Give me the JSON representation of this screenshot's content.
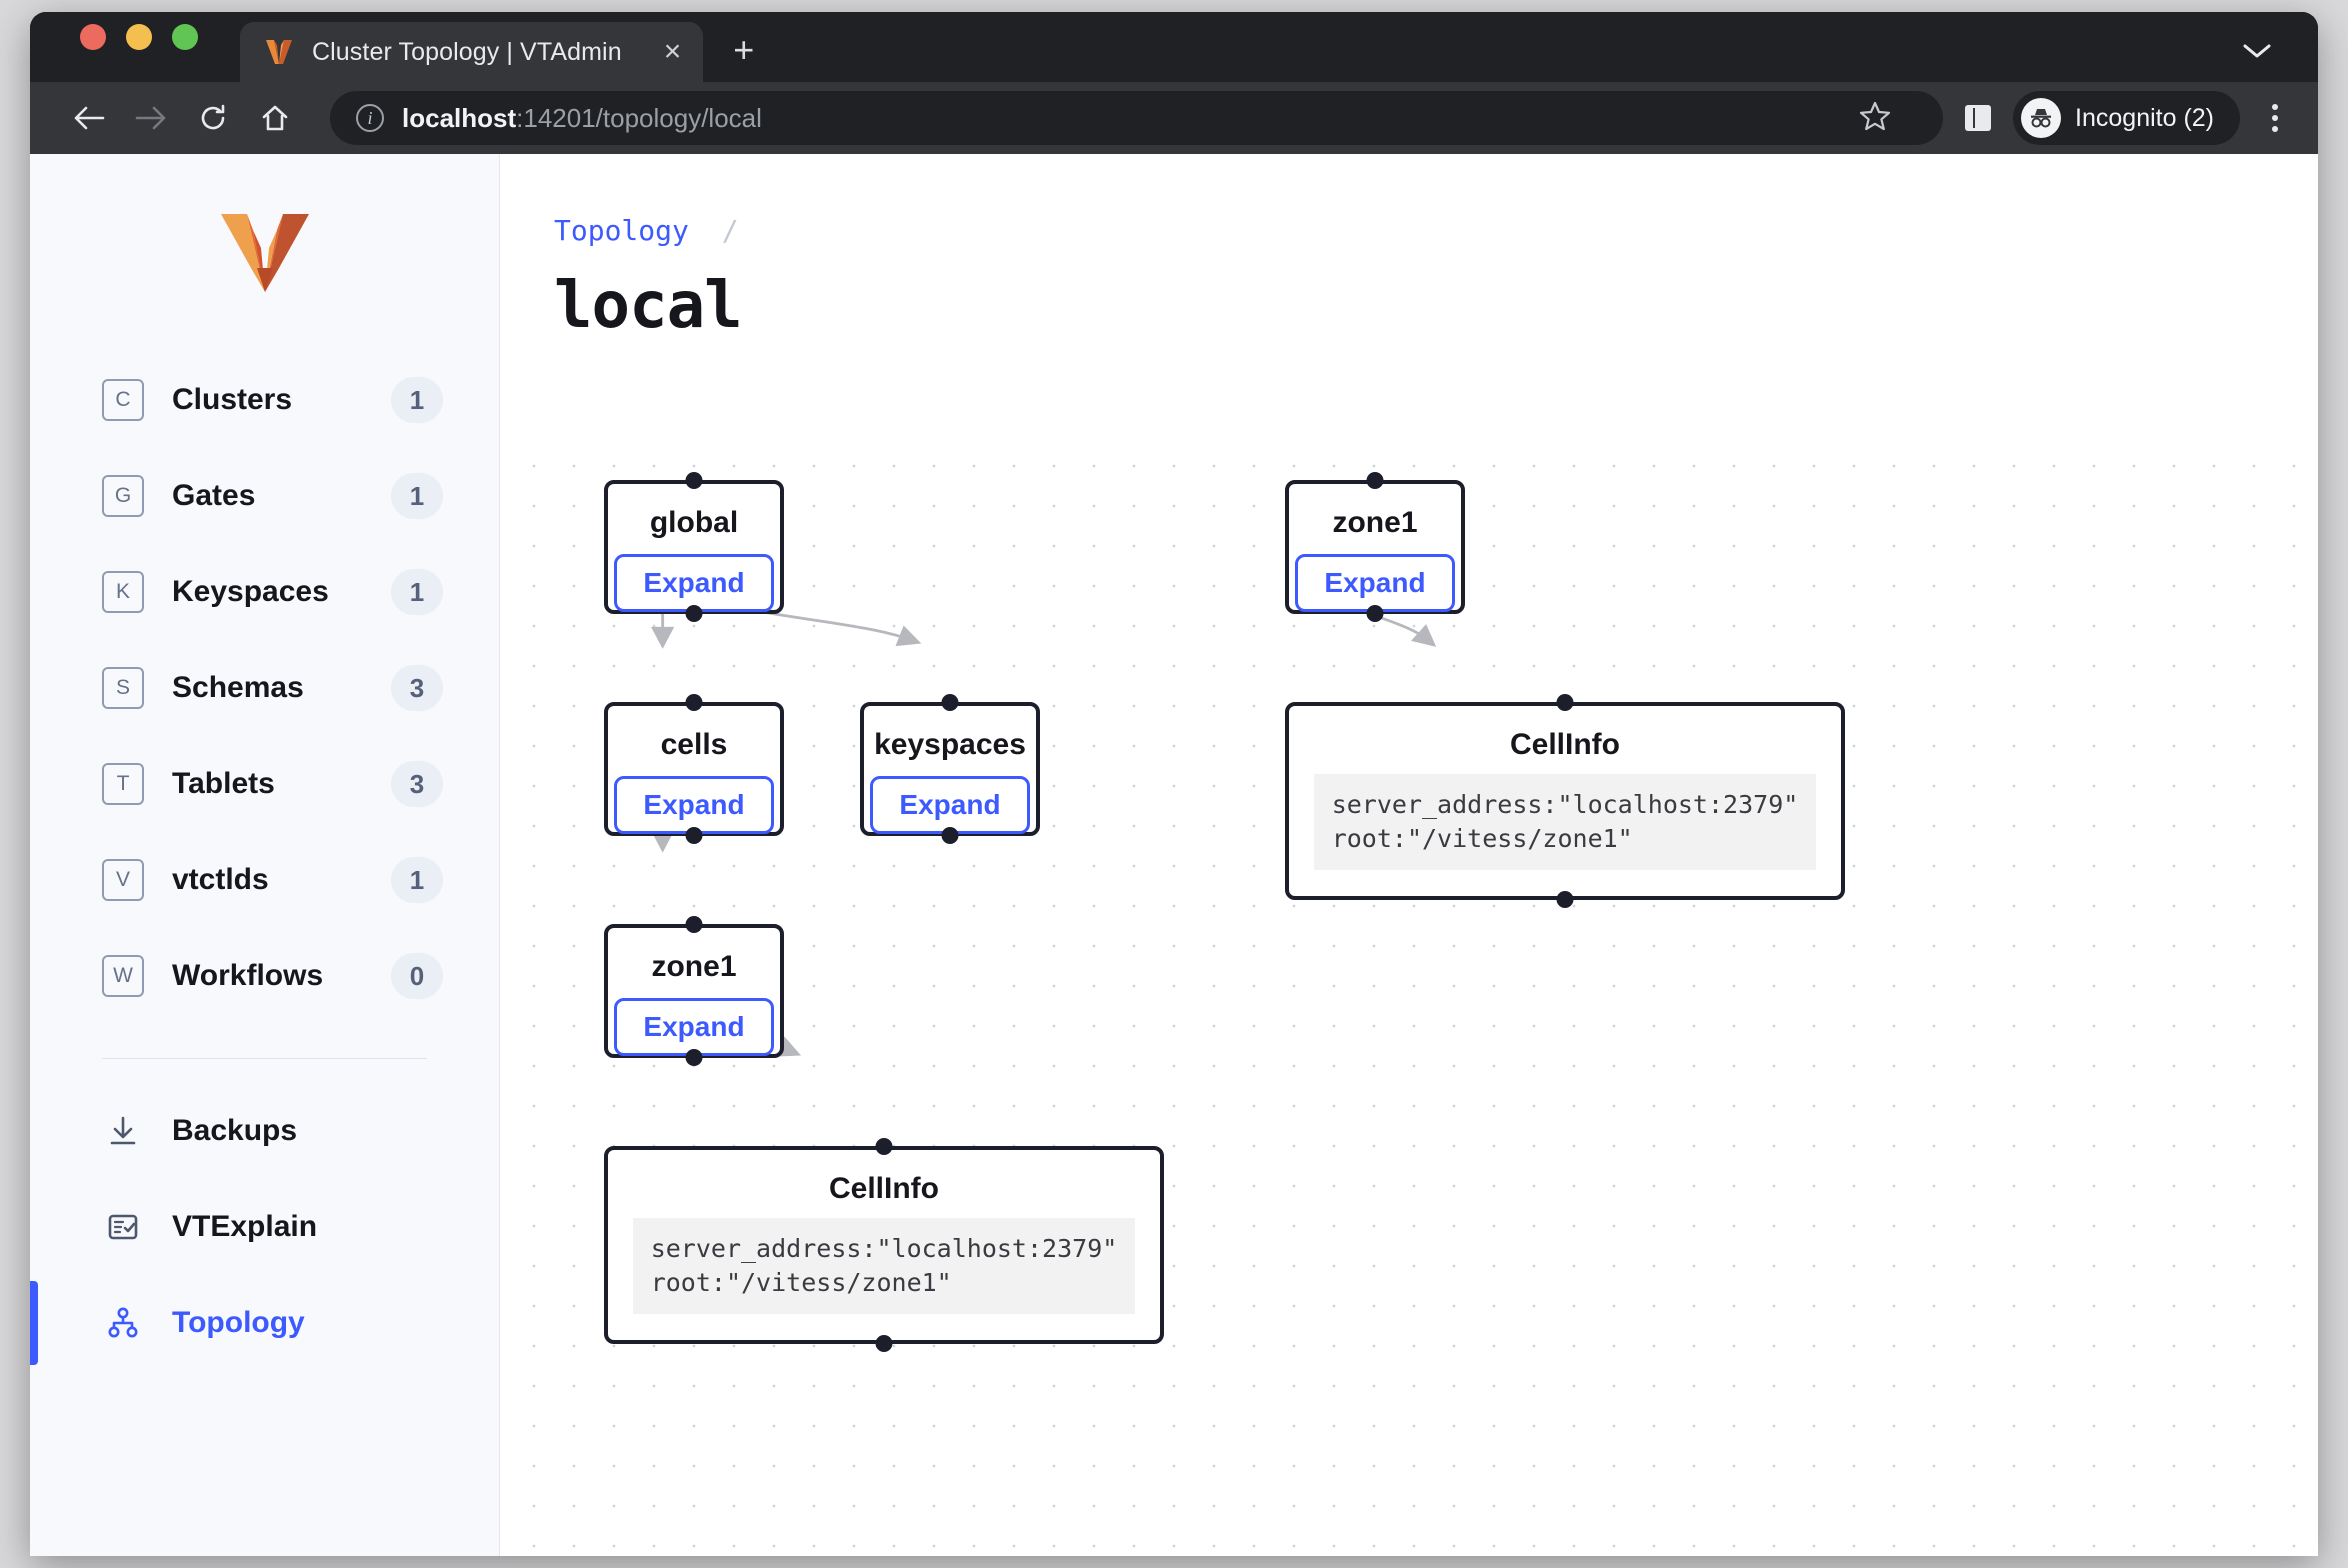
{
  "browser": {
    "tab": {
      "title": "Cluster Topology | VTAdmin",
      "favicon": "vitess-v-icon",
      "close": "×"
    },
    "new_tab": "+",
    "window_chevron": "⌄",
    "nav": {
      "back": "←",
      "forward": "→",
      "reload": "↻",
      "home": "⌂"
    },
    "omnibox": {
      "host": "localhost",
      "rest": ":14201/topology/local",
      "info_icon": "info-icon"
    },
    "star": "☆",
    "profile": {
      "label": "Incognito (2)",
      "icon": "incognito-icon"
    },
    "menu": "kebab-menu-icon"
  },
  "sidebar": {
    "logo": "vitess-logo",
    "items": [
      {
        "key": "C",
        "label": "Clusters",
        "count": "1",
        "icon": "letter-badge-c",
        "active": false
      },
      {
        "key": "G",
        "label": "Gates",
        "count": "1",
        "icon": "letter-badge-g",
        "active": false
      },
      {
        "key": "K",
        "label": "Keyspaces",
        "count": "1",
        "icon": "letter-badge-k",
        "active": false
      },
      {
        "key": "S",
        "label": "Schemas",
        "count": "3",
        "icon": "letter-badge-s",
        "active": false
      },
      {
        "key": "T",
        "label": "Tablets",
        "count": "3",
        "icon": "letter-badge-t",
        "active": false
      },
      {
        "key": "V",
        "label": "vtctlds",
        "count": "1",
        "icon": "letter-badge-v",
        "active": false
      },
      {
        "key": "W",
        "label": "Workflows",
        "count": "0",
        "icon": "letter-badge-w",
        "active": false
      }
    ],
    "secondary": [
      {
        "label": "Backups",
        "icon": "download-icon",
        "active": false
      },
      {
        "label": "VTExplain",
        "icon": "checklist-icon",
        "active": false
      },
      {
        "label": "Topology",
        "icon": "sitemap-icon",
        "active": true
      }
    ]
  },
  "content": {
    "breadcrumb_link": "Topology",
    "breadcrumb_sep": "/",
    "title": "local"
  },
  "graph": {
    "expand_label": "Expand",
    "nodes": [
      {
        "id": "global",
        "label": "global",
        "type": "expandable"
      },
      {
        "id": "zone1_top",
        "label": "zone1",
        "type": "expandable"
      },
      {
        "id": "cells",
        "label": "cells",
        "type": "expandable"
      },
      {
        "id": "keyspaces",
        "label": "keyspaces",
        "type": "expandable"
      },
      {
        "id": "cellinfo_r",
        "label": "CellInfo",
        "type": "info",
        "code": "server_address:\"localhost:2379\"\nroot:\"/vitess/zone1\""
      },
      {
        "id": "zone1_left",
        "label": "zone1",
        "type": "expandable"
      },
      {
        "id": "cellinfo_b",
        "label": "CellInfo",
        "type": "info",
        "code": "server_address:\"localhost:2379\"\nroot:\"/vitess/zone1\""
      }
    ],
    "edges": [
      {
        "from": "global",
        "to": "cells"
      },
      {
        "from": "global",
        "to": "keyspaces"
      },
      {
        "from": "zone1_top",
        "to": "cellinfo_r"
      },
      {
        "from": "cells",
        "to": "zone1_left"
      },
      {
        "from": "zone1_left",
        "to": "cellinfo_b"
      }
    ]
  },
  "colors": {
    "accent": "#3d5afe",
    "node_border": "#1d1e2c",
    "sidebar_bg": "#f7f9fc",
    "brand_orange": "#e4672f"
  }
}
